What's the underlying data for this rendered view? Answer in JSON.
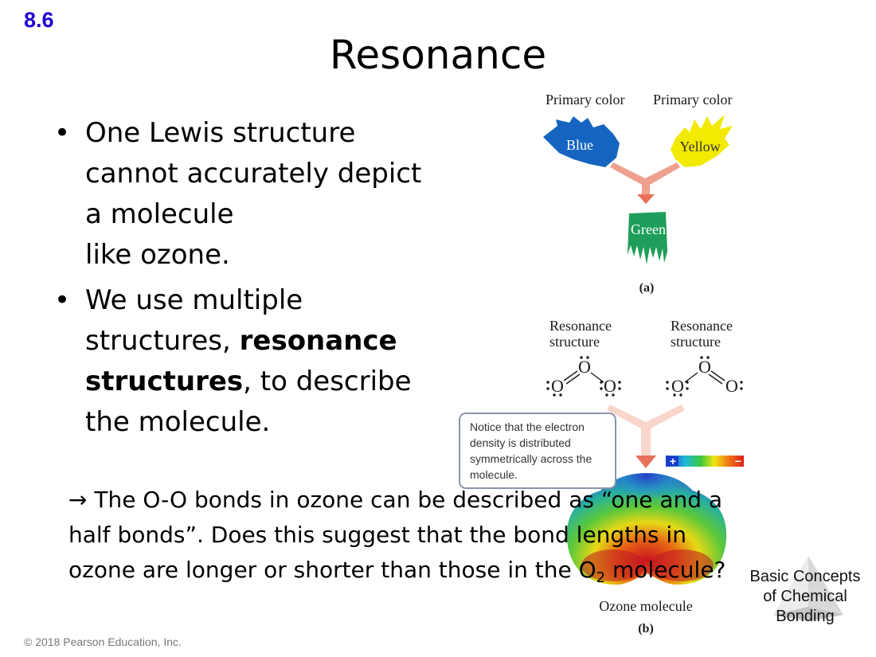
{
  "slide": {
    "section_number": "8.6",
    "title": "Resonance",
    "bullets": [
      {
        "lines": [
          "One Lewis structure",
          "cannot accurately depict",
          "a molecule",
          "like ozone."
        ]
      },
      {
        "prefix": "We use multiple structures, ",
        "bold1": "resonance structures",
        "suffix": ", to describe the molecule."
      }
    ],
    "question": {
      "arrow": "→",
      "text_before": " The O-O bonds in ozone can be described as “one and a half bonds”. Does this suggest that the bond lengths in ozone are longer or shorter than those in the O",
      "subscript": "2",
      "text_after": " molecule?"
    },
    "copyright": "© 2018 Pearson Education, Inc.",
    "side_caption": "Basic Concepts of Chemical Bonding"
  },
  "figure": {
    "part_a": {
      "left_label": "Primary color",
      "right_label": "Primary color",
      "left_paint": "Blue",
      "right_paint": "Yellow",
      "result_paint": "Green",
      "caption": "(a)"
    },
    "part_b": {
      "left_label_1": "Resonance",
      "left_label_2": "structure",
      "right_label_1": "Resonance",
      "right_label_2": "structure",
      "atom": "O",
      "notice": "Notice that the electron density is distributed symmetrically across the molecule.",
      "scale_plus": "+",
      "scale_minus": "−",
      "molecule_label": "Ozone molecule",
      "caption": "(b)"
    },
    "colors": {
      "blue_paint": "#1565c0",
      "yellow_paint": "#f2ea00",
      "green_paint": "#1e9e5a",
      "arrow": "#f0a08e",
      "arrow_dark": "#e8705a",
      "accent_blue": "#1f00d6"
    }
  }
}
